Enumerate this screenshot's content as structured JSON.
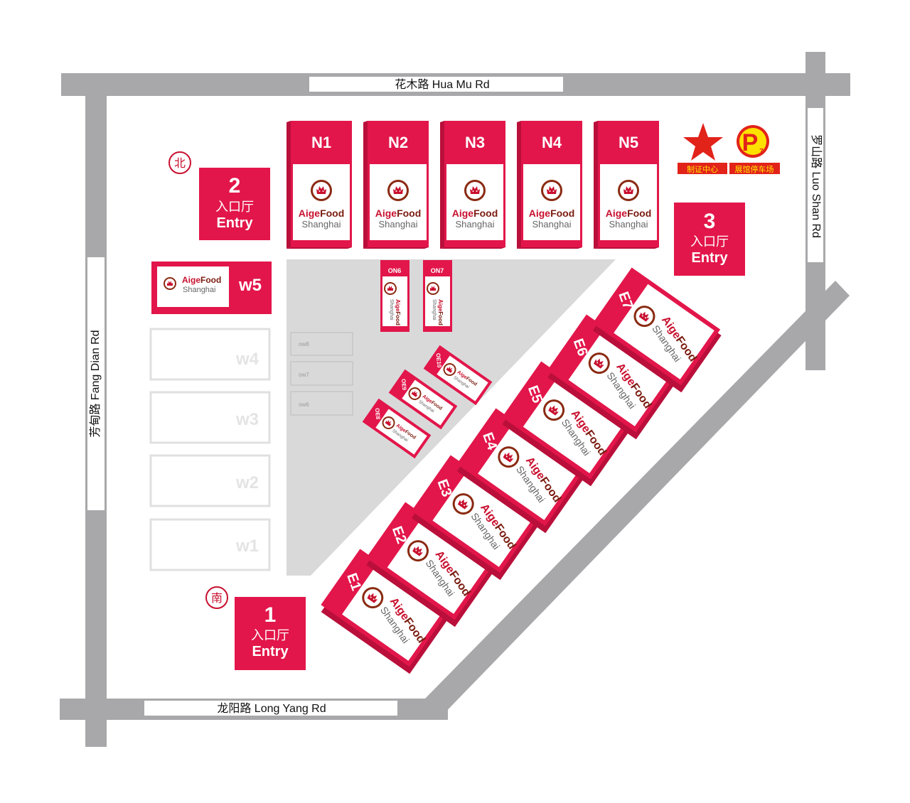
{
  "roads": {
    "north": "花木路 Hua Mu Rd",
    "east": "罗山路 Luo Shan Rd",
    "west": "芳甸路 Fang Dian Rd",
    "south": "龙阳路 Long Yang Rd"
  },
  "compass": {
    "north": "北",
    "south": "南"
  },
  "entries": [
    {
      "number": "1",
      "cn": "入口厅",
      "en": "Entry"
    },
    {
      "number": "2",
      "cn": "入口厅",
      "en": "Entry"
    },
    {
      "number": "3",
      "cn": "入口厅",
      "en": "Entry"
    }
  ],
  "brand": {
    "name_1": "Aige",
    "name_2": "Food",
    "city": "Shanghai"
  },
  "halls": {
    "north": [
      "N1",
      "N2",
      "N3",
      "N4",
      "N5"
    ],
    "east": [
      "E1",
      "E2",
      "E3",
      "E4",
      "E5",
      "E6",
      "E7"
    ],
    "west_active": "w5",
    "west_inactive": [
      "w4",
      "w3",
      "w2",
      "w1"
    ],
    "outdoor_north": [
      "ON6",
      "ON7"
    ],
    "outdoor_east": [
      "OE8",
      "OE9",
      "OE10"
    ],
    "outdoor_west": [
      "ow8",
      "ow7",
      "ow6"
    ]
  },
  "facilities": {
    "badge_center": "制证中心",
    "parking_letter": "P",
    "parking_number": "7",
    "parking_label": "展馆停车场"
  },
  "colors": {
    "hall_red": "#e2164a",
    "hall_red_dark": "#b90f3a",
    "road_gray": "#a8a8aa",
    "plaza_gray": "#d9d9da",
    "logo_brown": "#8a2a12",
    "text_gray": "#666666"
  }
}
